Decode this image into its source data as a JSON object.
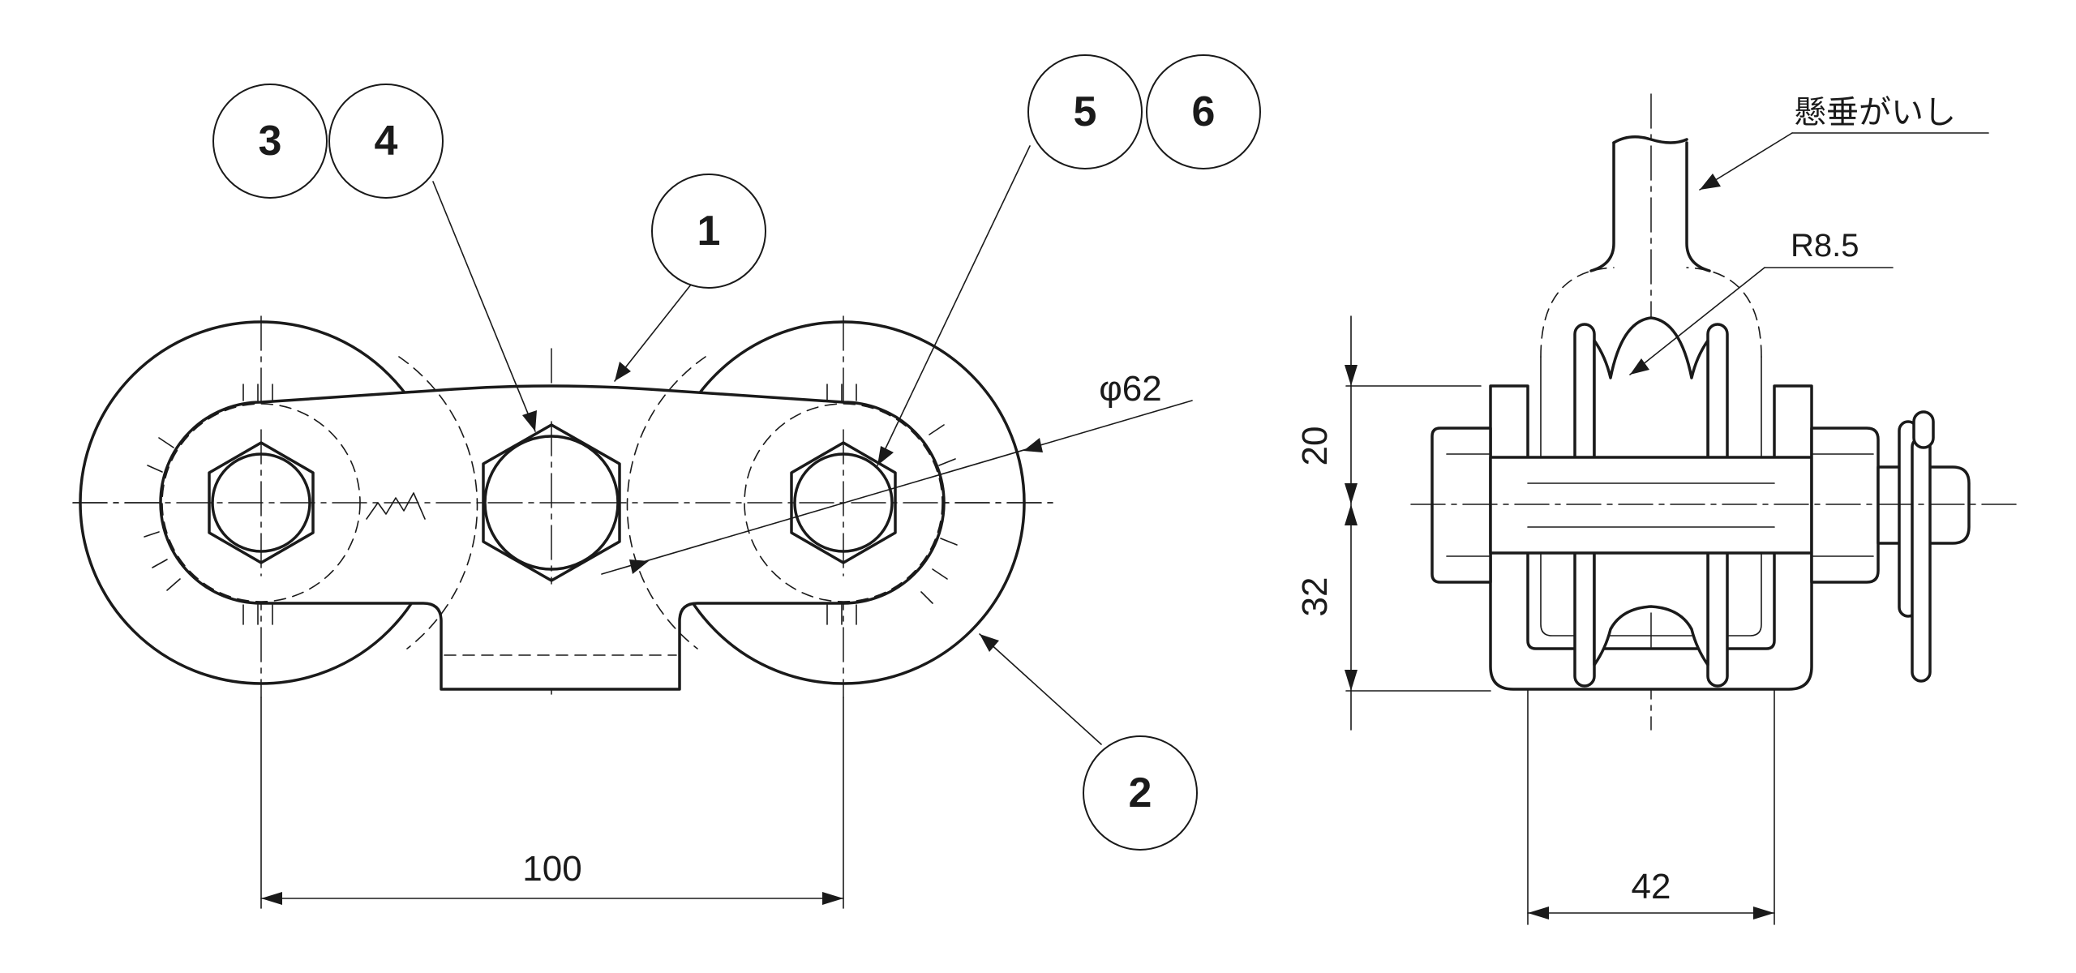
{
  "balloons": {
    "b1": "1",
    "b2": "2",
    "b3": "3",
    "b4": "4",
    "b5": "5",
    "b6": "6"
  },
  "dimensions": {
    "pitch": "100",
    "diameter": "φ62",
    "height_upper": "20",
    "height_lower": "32",
    "width": "42",
    "radius": "R8.5"
  },
  "labels": {
    "insulator": "懸垂がいし"
  },
  "colors": {
    "line": "#1a1a1a",
    "background": "#ffffff"
  }
}
